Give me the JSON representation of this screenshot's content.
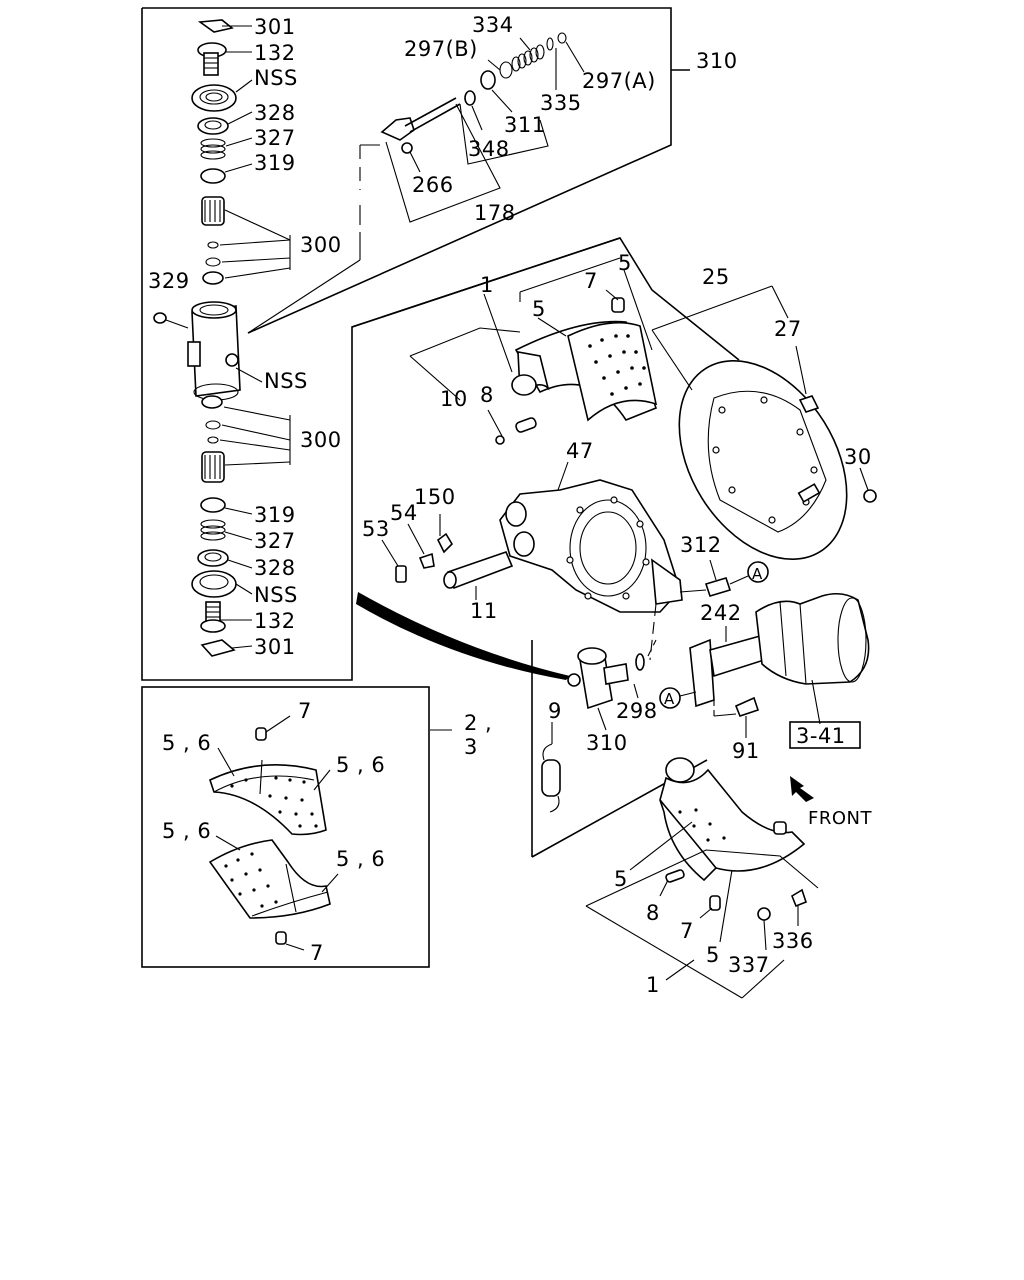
{
  "labels": {
    "l301a": "301",
    "l132a": "132",
    "lnss1": "NSS",
    "l328a": "328",
    "l327a": "327",
    "l319a": "319",
    "l300a": "300",
    "l329": "329",
    "lnss2": "NSS",
    "l300b": "300",
    "l319b": "319",
    "l327b": "327",
    "l328b": "328",
    "lnss3": "NSS",
    "l132b": "132",
    "l301b": "301",
    "l334": "334",
    "l297b": "297(B)",
    "l297a": "297(A)",
    "l310a": "310",
    "l335": "335",
    "l311": "311",
    "l348": "348",
    "l266": "266",
    "l178": "178",
    "l1a": "1",
    "l7a": "7",
    "l5a": "5",
    "l5b": "5",
    "l10": "10",
    "l8a": "8",
    "l25": "25",
    "l27": "27",
    "l30": "30",
    "l47": "47",
    "l150": "150",
    "l54": "54",
    "l53": "53",
    "l11": "11",
    "l312": "312",
    "lA1": "A",
    "l242": "242",
    "l298": "298",
    "lA2": "A",
    "l91": "91",
    "l9": "9",
    "l310b": "310",
    "l341": "3-41",
    "l23a": "2 ,",
    "l23b": "3",
    "l7b": "7",
    "l56a": "5 , 6",
    "l56b": "5 , 6",
    "l56c": "5 , 6",
    "l56d": "5 , 6",
    "l7c": "7",
    "lfront": "FRONT",
    "l5c": "5",
    "l8b": "8",
    "l7d": "7",
    "l5d": "5",
    "l337": "337",
    "l336": "336",
    "l1b": "1"
  }
}
